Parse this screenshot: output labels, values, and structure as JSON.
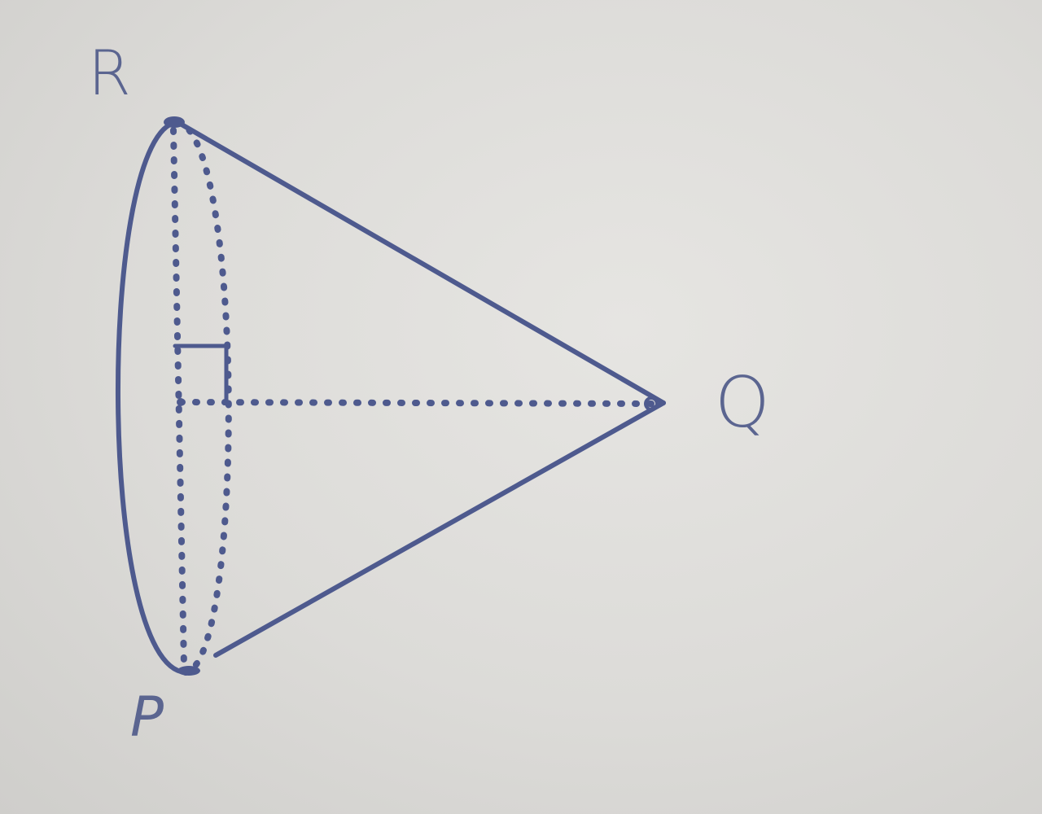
{
  "diagram": {
    "labels": {
      "r": "R",
      "q": "Q",
      "p": "P"
    },
    "colors": {
      "stroke": "#4e5a8e",
      "label": "#5b6590",
      "background": "#dcdbd8"
    }
  }
}
